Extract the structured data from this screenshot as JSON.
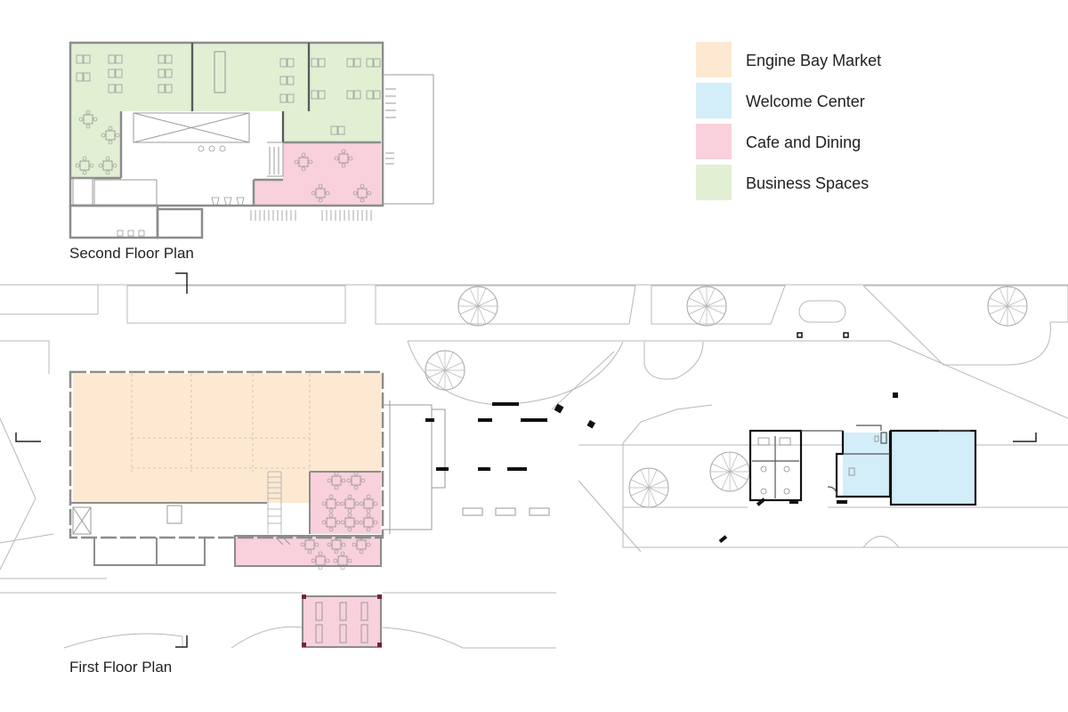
{
  "legend": {
    "items": [
      {
        "label": "Engine Bay Market",
        "color": "#fde9d2"
      },
      {
        "label": "Welcome Center",
        "color": "#d3eef9"
      },
      {
        "label": "Cafe and Dining",
        "color": "#f8d1dc"
      },
      {
        "label": "Business Spaces",
        "color": "#e2efd3"
      }
    ]
  },
  "titles": {
    "second_floor": "Second Floor Plan",
    "first_floor": "First Floor Plan"
  },
  "colors": {
    "wall": "#8c8c8c",
    "dark_wall": "#111111",
    "site_line": "#b8b8b8"
  }
}
